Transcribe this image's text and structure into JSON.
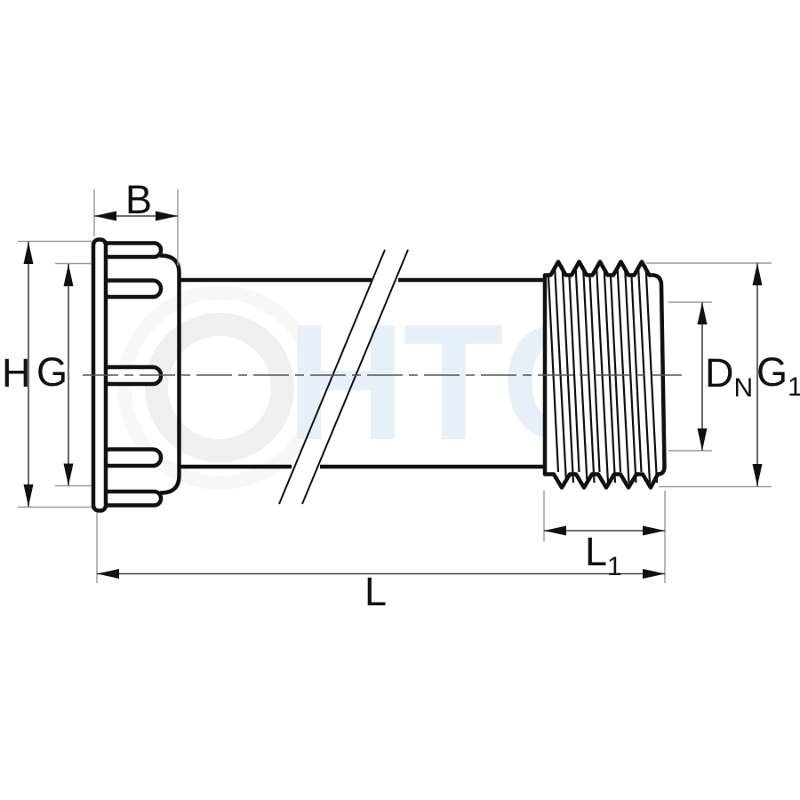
{
  "drawing": {
    "watermark": {
      "text": "HTC"
    },
    "labels": {
      "b": "B",
      "h": "H",
      "g": "G",
      "dn": {
        "main": "D",
        "sub": "N"
      },
      "g1": {
        "main": "G",
        "sub": "1"
      },
      "l1": {
        "main": "L",
        "sub": "1"
      },
      "l": "L"
    },
    "colors": {
      "outline": "#111111",
      "dimension_line": "#444444",
      "extension_line": "#9a9a9a",
      "center_line": "#555555",
      "watermark_text": "#e7f0f8",
      "watermark_ring": "#efefef",
      "background": "#ffffff"
    }
  }
}
